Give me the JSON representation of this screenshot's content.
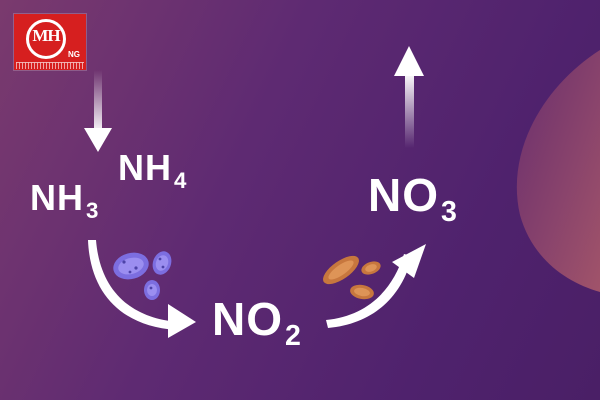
{
  "logo": {
    "mark": "MH",
    "suffix": "NG"
  },
  "diagram": {
    "nh4": {
      "base": "NH",
      "sub": "4"
    },
    "nh3": {
      "base": "NH",
      "sub": "3"
    },
    "no2": {
      "base": "NO",
      "sub": "2"
    },
    "no3": {
      "base": "NO",
      "sub": "3"
    }
  },
  "colors": {
    "text": "#ffffff",
    "logo_red": "#d61f1f",
    "bacteria_blue": "#7c6ee0",
    "bacteria_orange": "#c7773e"
  }
}
